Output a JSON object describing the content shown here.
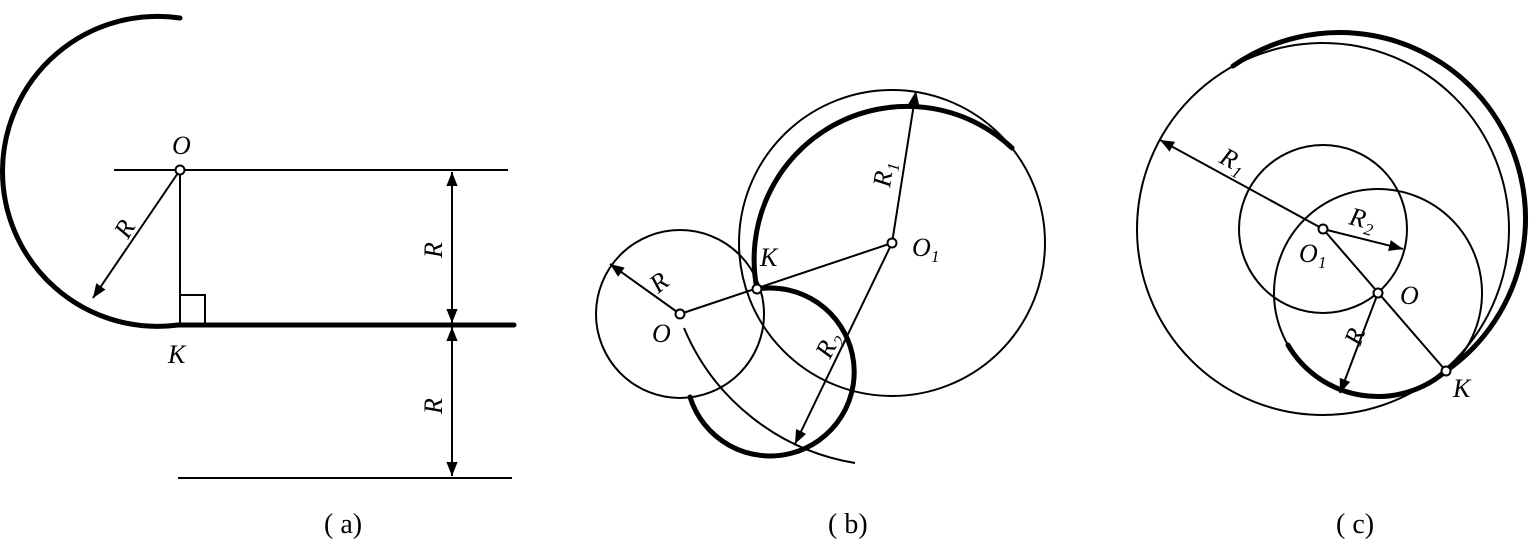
{
  "panel_a": {
    "label_O": "O",
    "label_K": "K",
    "label_R_radius": "R",
    "label_R_dim_top": "R",
    "label_R_dim_bottom": "R",
    "caption": "( a)"
  },
  "panel_b": {
    "label_O": "O",
    "label_O1": "O",
    "label_O1_sub": "1",
    "label_K": "K",
    "label_R": "R",
    "label_R1": "R",
    "label_R1_sub": "1",
    "label_R2": "R",
    "label_R2_sub": "2",
    "caption": "( b)"
  },
  "panel_c": {
    "label_O": "O",
    "label_O1": "O",
    "label_O1_sub": "1",
    "label_K": "K",
    "label_R": "R",
    "label_R1": "R",
    "label_R1_sub": "1",
    "label_R2": "R",
    "label_R2_sub": "2",
    "caption": "( c)"
  }
}
